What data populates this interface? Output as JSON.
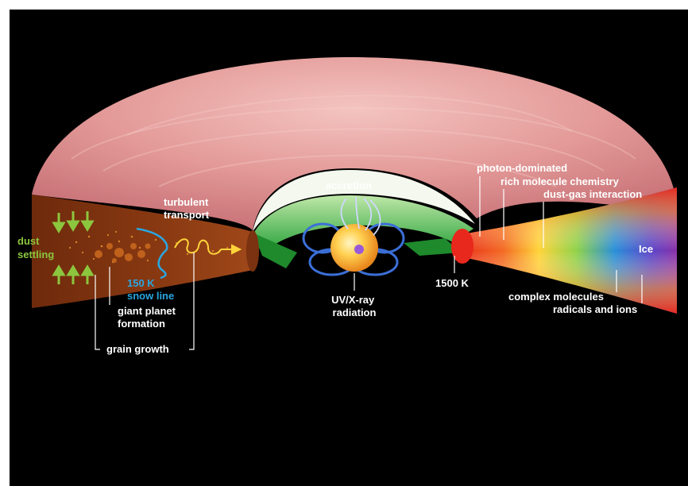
{
  "colors": {
    "background": "#000000",
    "disk_surface": "#e8a2a0",
    "dust_brown": "#7a3210",
    "inner_green": "#2aa83a",
    "hot_red": "#e8281c",
    "star": "#f6b22e",
    "label_white": "#ffffff",
    "label_green": "#8cc63e",
    "label_blue": "#2aa6e0",
    "label_ice": "#ffffff"
  },
  "icons": {
    "settling_arrows": "green-up-down-arrows",
    "turbulence": "yellow-curly-arrow",
    "magnetic_loops": "blue-field-lines"
  },
  "labels": {
    "dust_settling": "dust\nsettling",
    "turbulent_transport": "turbulent\ntransport",
    "snow_line_temp": "150 K",
    "snow_line": "snow line",
    "giant_planet_formation": "giant planet\nformation",
    "grain_growth": "grain growth",
    "accretion": "accretion",
    "uv_xray_radiation": "UV/X-ray\nradiation",
    "temp_1500k": "1500 K",
    "photon_dominated": "photon-dominated",
    "rich_molecule_chemistry": "rich molecule chemistry",
    "dust_gas_interaction": "dust-gas interaction",
    "ice": "Ice",
    "complex_molecules": "complex molecules",
    "radicals_and_ions": "radicals and ions"
  }
}
